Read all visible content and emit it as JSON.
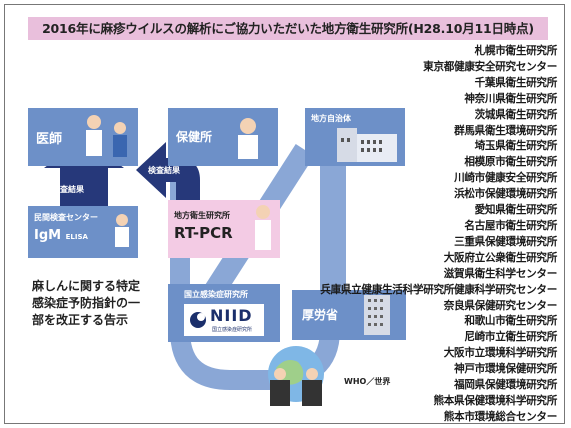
{
  "title": "2016年に麻疹ウイルスの解析にご協力いただいた地方衛生研究所(H28.10月11日時点)",
  "labs": [
    "札幌市衛生研究所",
    "東京都健康安全研究センター",
    "千葉県衛生研究所",
    "神奈川県衛生研究所",
    "茨城県衛生研究所",
    "群馬県衛生環境研究所",
    "埼玉県衛生研究所",
    "相模原市衛生研究所",
    "川崎市健康安全研究所",
    "浜松市保健環境研究所",
    "愛知県衛生研究所",
    "名古屋市衛生研究所",
    "三重県保健環境研究所",
    "大阪府立公衆衛生研究所",
    "滋賀県衛生科学センター",
    "兵庫県立健康生活科学研究所健康科学研究センター",
    "奈良県保健研究センター",
    "和歌山市衛生研究所",
    "尼崎市立衛生研究所",
    "大阪市立環境科学研究所",
    "神戸市環境保健研究所",
    "福岡県保健環境研究所",
    "熊本県保健環境科学研究所",
    "熊本市環境総合センター"
  ],
  "nodes": {
    "doctor": "医師",
    "health_center": "保健所",
    "local_gov": "地方自治体",
    "private_lab": "民間検査センター",
    "igm": "IgM",
    "elisa": "ELISA",
    "prefectural_lab": "地方衛生研究所",
    "rtpcr": "RT-PCR",
    "niid_label": "国立感染症研究所",
    "niid_logo": "NIID",
    "niid_sub": "国立感染症研究所",
    "mhlw": "厚労省",
    "who": "WHO／世界"
  },
  "arrows": {
    "result1": "検査結果",
    "result2": "検査結果"
  },
  "notice": [
    "麻しんに関する特定",
    "感染症予防指針の一",
    "部を改正する告示"
  ],
  "colors": {
    "blue": "#6d90c8",
    "dark": "#26387a",
    "pink": "#f3cbe4",
    "title_bg": "#e9bfdc"
  }
}
